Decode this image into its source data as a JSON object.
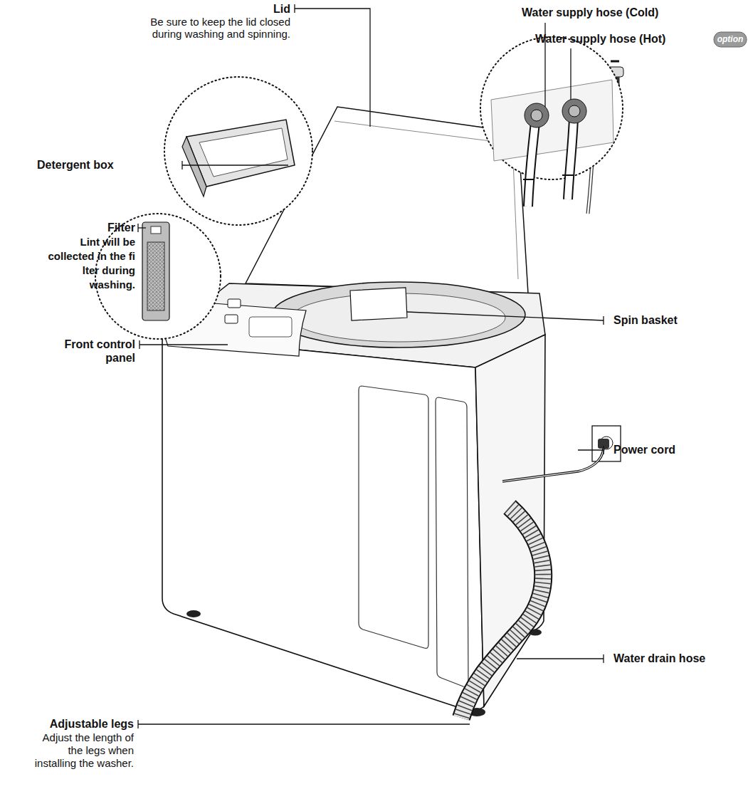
{
  "diagram": {
    "labels": [
      "Lid",
      "Be sure to keep the lid closed during washing and spinning.",
      "Water supply hose (Cold)",
      "Water supply hose (Hot)",
      "option",
      "Detergent box",
      "Filter",
      "Lint will be collected in the fi lter during washing.",
      "Spin basket",
      "Front control panel",
      "Power cord",
      "Water drain hose",
      "Adjustable legs",
      "Adjust the length of the legs when installing the washer."
    ]
  }
}
